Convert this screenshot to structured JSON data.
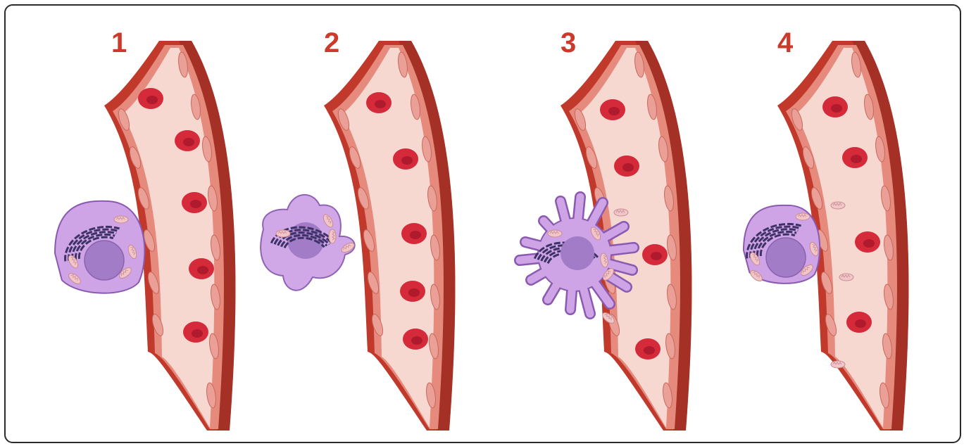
{
  "colors": {
    "label": "#cc3a2b",
    "vessel_wall": "#c0392b",
    "vessel_wall_dark": "#8e2a20",
    "vessel_layer": "#e58a7d",
    "vessel_lumen": "#f6d8d1",
    "endothelial_cell": "#eaa096",
    "rbc": "#d42a3a",
    "rbc_center": "#a8182a",
    "cell_membrane": "#cfa4e6",
    "cell_border": "#8a5ab0",
    "nucleus": "#a37cc8",
    "er": "#3d3266",
    "mitochondria": "#f1c6c9"
  },
  "panels": [
    {
      "label": "1",
      "cell_state": "round-cell-outside-vessel"
    },
    {
      "label": "2",
      "cell_state": "irregular-cell-next-to-vessel"
    },
    {
      "label": "3",
      "cell_state": "cell-with-projections-crossing-vessel-wall"
    },
    {
      "label": "4",
      "cell_state": "round-cell-outside-vessel-with-fragments-in-vessel"
    }
  ]
}
